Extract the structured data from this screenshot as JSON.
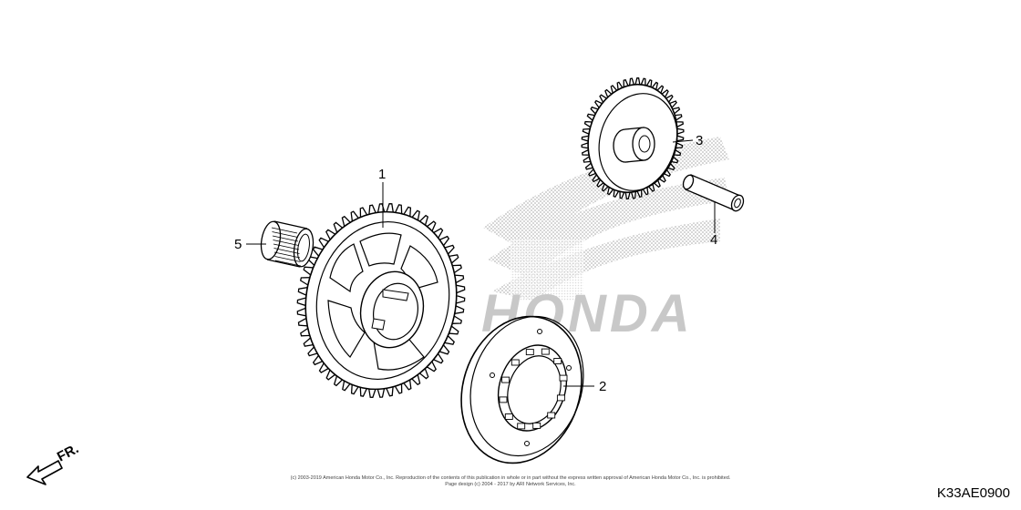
{
  "diagram": {
    "watermark": "HONDA",
    "callouts": [
      {
        "id": "1",
        "label": "1"
      },
      {
        "id": "2",
        "label": "2"
      },
      {
        "id": "3",
        "label": "3"
      },
      {
        "id": "4",
        "label": "4"
      },
      {
        "id": "5",
        "label": "5"
      }
    ],
    "direction_label": "FR.",
    "figure_code": "K33AE0900",
    "copyright_line1": "(c) 2003-2019 American Honda Motor Co., Inc. Reproduction of the contents of this publication in whole or in part without the express written approval of American Honda Motor Co., Inc. is prohibited.",
    "copyright_line2": "Page design (c) 2004 - 2017 by ARI Network Services, Inc."
  }
}
